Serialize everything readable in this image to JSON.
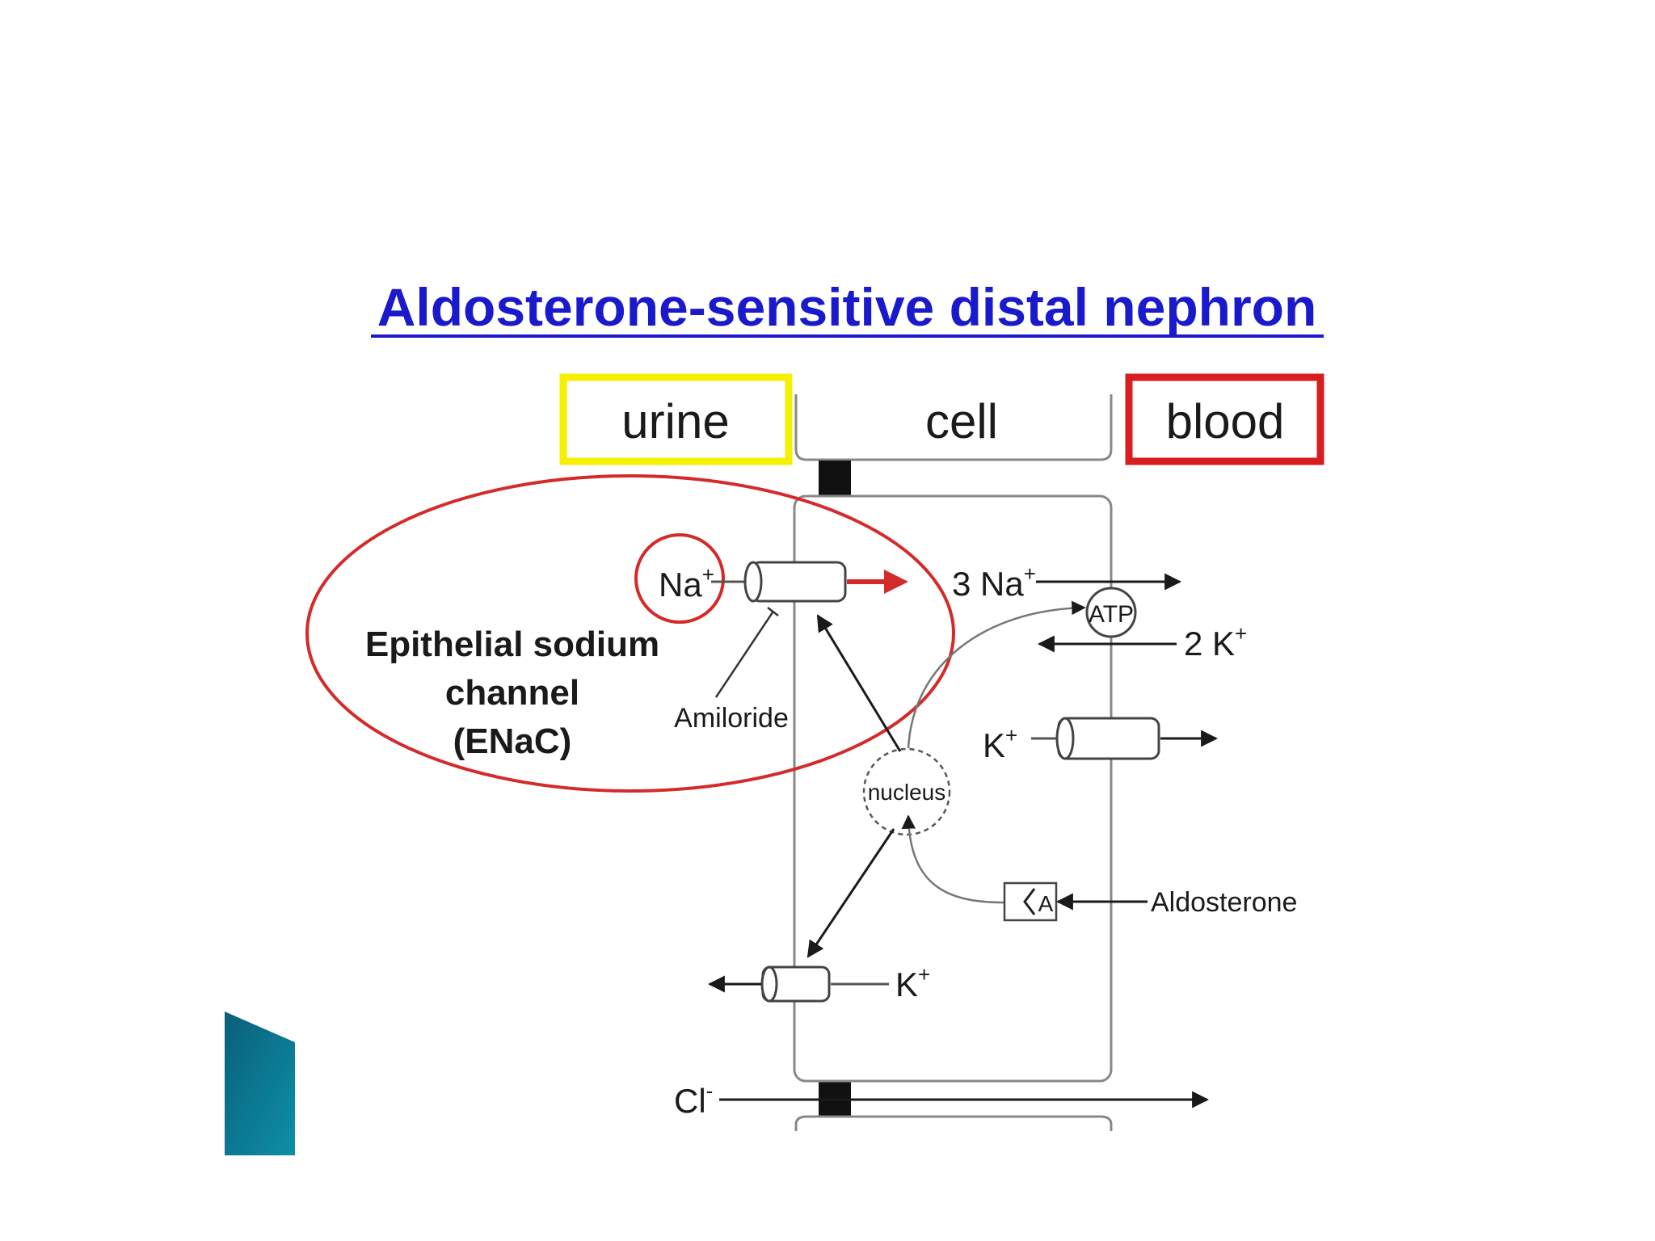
{
  "title": "Aldosterone-sensitive distal nephron",
  "compartments": {
    "urine": "urine",
    "cell": "cell",
    "blood": "blood"
  },
  "enac": {
    "line1": "Epithelial sodium",
    "line2": "channel",
    "line3": "(ENaC)"
  },
  "ions": {
    "na_apical": "Na",
    "na_apical_sup": "+",
    "three_na": "3 Na",
    "three_na_sup": "+",
    "two_k": "2 K",
    "two_k_sup": "+",
    "k_basolateral": "K",
    "k_basolateral_sup": "+",
    "k_apical": "K",
    "k_apical_sup": "+",
    "cl": "Cl",
    "cl_sup": "-"
  },
  "labels": {
    "amiloride": "Amiloride",
    "atp": "ATP",
    "nucleus": "nucleus",
    "receptor": "A",
    "aldosterone": "Aldosterone"
  },
  "colors": {
    "title": "#1a1acc",
    "urine_box": "#f5f000",
    "blood_box": "#d81e1e",
    "enac_highlight": "#d42a2a",
    "corner_accent": "#0b7f99"
  }
}
